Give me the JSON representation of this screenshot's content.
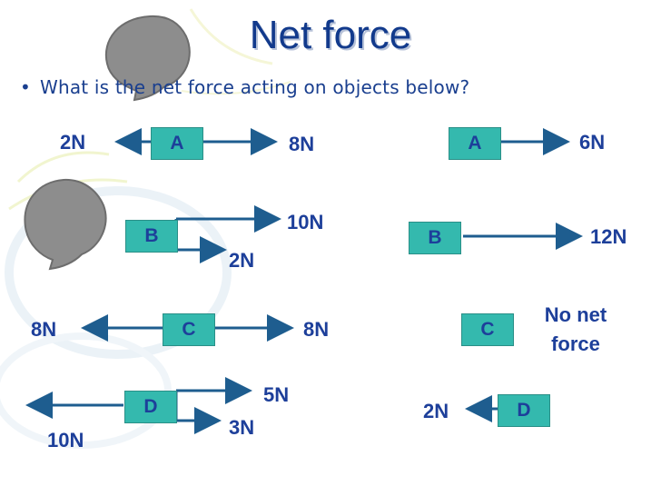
{
  "title": "Net force",
  "bullet": "What is the net force acting on objects below?",
  "colors": {
    "title": "#123a8c",
    "text": "#1d3f9a",
    "box": "#34b9ae",
    "arrow": "#1e5d8f"
  },
  "left": {
    "A": {
      "box": "A",
      "left_label": "2N",
      "right_label": "8N"
    },
    "B": {
      "box": "B",
      "top_label": "10N",
      "bottom_label": "2N"
    },
    "C": {
      "box": "C",
      "left_label": "8N",
      "right_label": "8N"
    },
    "D": {
      "box": "D",
      "top_label": "5N",
      "bottom_label": "3N",
      "left_label": "10N"
    }
  },
  "right": {
    "A": {
      "box": "A",
      "label": "6N"
    },
    "B": {
      "box": "B",
      "label": "12N"
    },
    "C": {
      "box": "C",
      "label_line1": "No net",
      "label_line2": "force"
    },
    "D": {
      "box": "D",
      "label": "2N"
    }
  }
}
